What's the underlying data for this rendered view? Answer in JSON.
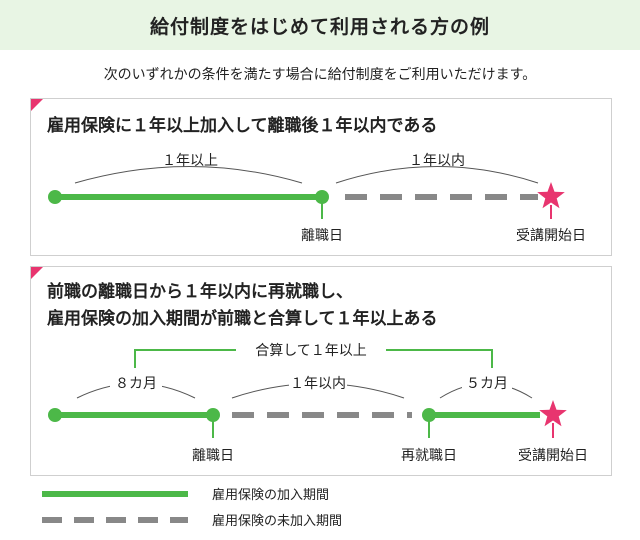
{
  "page_title": "給付制度をはじめて利用される方の例",
  "intro": "次のいずれかの条件を満たす場合に給付制度をご利用いただけます。",
  "case1": {
    "title": "雇用保険に１年以上加入して離職後１年以内である",
    "span_enrolled": "１年以上",
    "span_after": "１年以内",
    "label_leave": "離職日",
    "label_start": "受講開始日"
  },
  "case2": {
    "title_line1": "前職の離職日から１年以内に再就職し、",
    "title_line2": "雇用保険の加入期間が前職と合算して１年以上ある",
    "combined": "合算して１年以上",
    "span_prev": "８カ月",
    "span_gap": "１年以内",
    "span_new": "５カ月",
    "label_leave": "離職日",
    "label_reemploy": "再就職日",
    "label_start": "受講開始日"
  },
  "legend": {
    "enrolled": "雇用保険の加入期間",
    "not_enrolled": "雇用保険の未加入期間"
  },
  "colors": {
    "enrolled": "#4cb848",
    "not_enrolled": "#888888",
    "start_marker": "#e8356f",
    "header_bg": "#e8f5e4"
  }
}
